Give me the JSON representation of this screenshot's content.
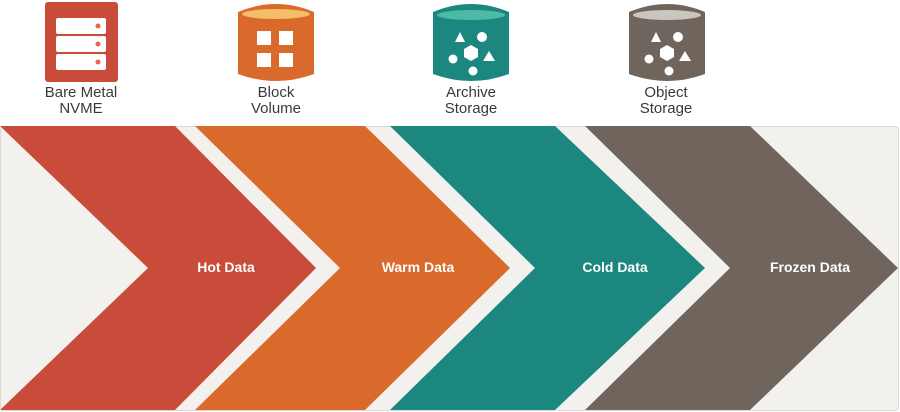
{
  "storage": [
    {
      "label_line1": "Bare Metal",
      "label_line2": "NVME",
      "icon": "server-icon",
      "color": "#c94c3a"
    },
    {
      "label_line1": "Block",
      "label_line2": "Volume",
      "icon": "block-volume-icon",
      "color": "#d96a2b"
    },
    {
      "label_line1": "Archive",
      "label_line2": "Storage",
      "icon": "archive-storage-icon",
      "color": "#1c877f"
    },
    {
      "label_line1": "Object",
      "label_line2": "Storage",
      "icon": "object-storage-icon",
      "color": "#6f655c"
    }
  ],
  "tiers": [
    {
      "label": "Hot Data",
      "color": "#c94c3a"
    },
    {
      "label": "Warm Data",
      "color": "#d96a2b"
    },
    {
      "label": "Cold Data",
      "color": "#1c877f"
    },
    {
      "label": "Frozen Data",
      "color": "#6f655c"
    }
  ]
}
